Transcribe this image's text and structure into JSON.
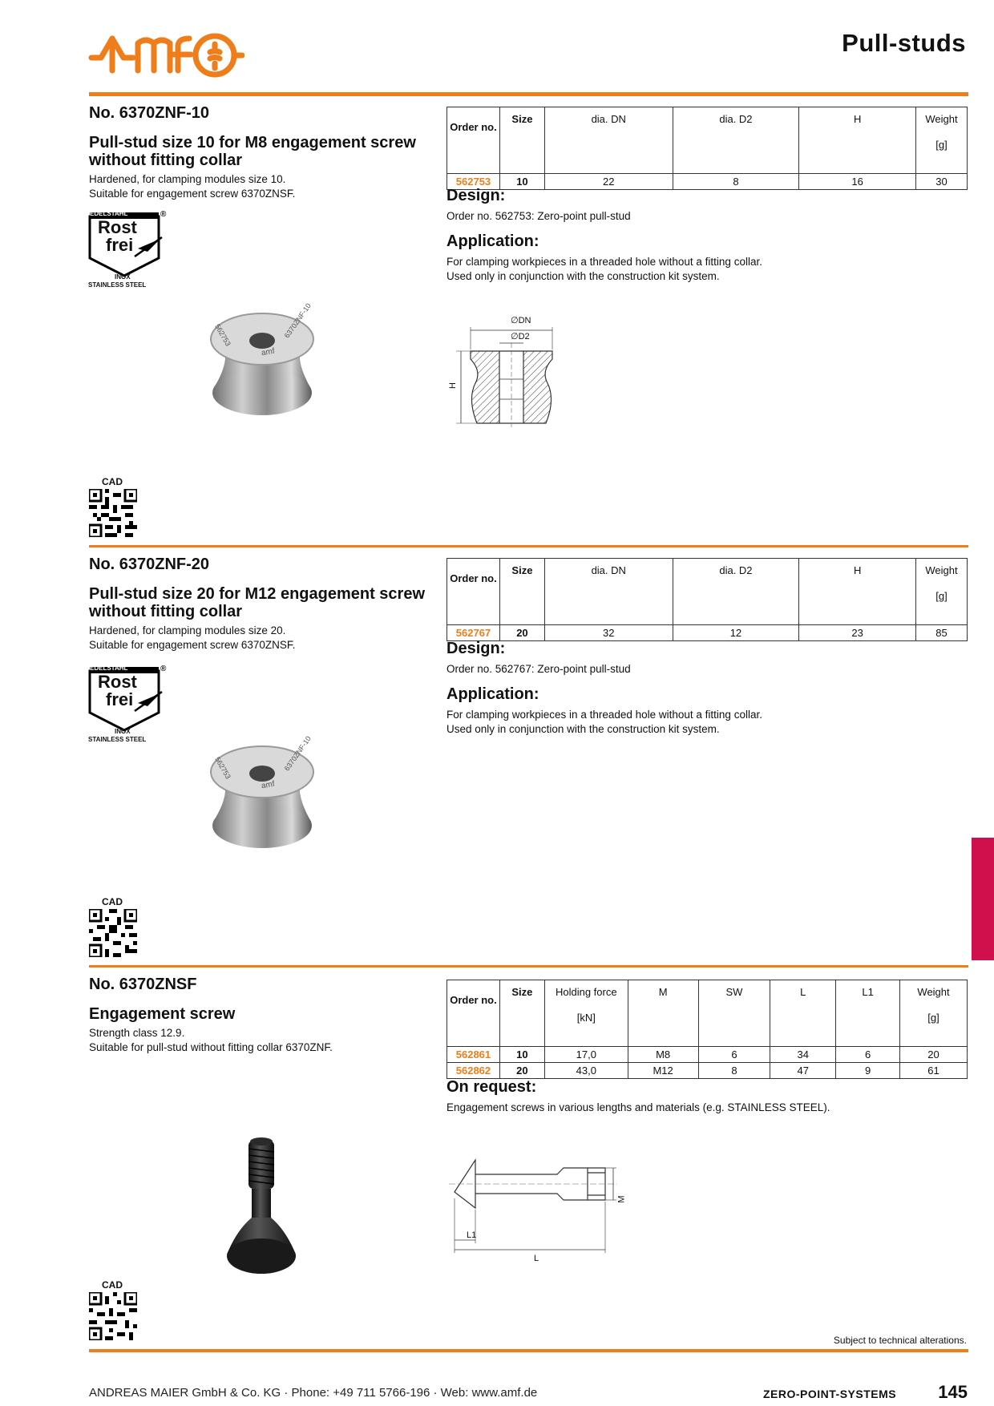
{
  "header": {
    "logo_text": "amf",
    "title": "Pull-studs"
  },
  "badge": {
    "line1": "EDELSTAHL",
    "registered": "®",
    "line2": "Rost",
    "line3": "frei",
    "line4": "INOX",
    "line5": "STAINLESS STEEL"
  },
  "cad_label": "CAD",
  "products": [
    {
      "number": "No. 6370ZNF-10",
      "title": "Pull-stud size 10 for M8 engagement screw without fitting collar",
      "desc1": "Hardened, for clamping modules size 10.",
      "desc2": "Suitable for engagement screw 6370ZNSF.",
      "table": {
        "headers": [
          "Order no.",
          "Size",
          "dia. DN",
          "dia. D2",
          "H",
          "Weight"
        ],
        "units": [
          "",
          "",
          "",
          "",
          "",
          "[g]"
        ],
        "rows": [
          [
            "562753",
            "10",
            "22",
            "8",
            "16",
            "30"
          ]
        ]
      },
      "design_head": "Design:",
      "design_text": "Order no. 562753: Zero-point pull-stud",
      "application_head": "Application:",
      "application_text1": "For clamping workpieces in a threaded hole without a fitting collar.",
      "application_text2": "Used only in conjunction with the construction kit system.",
      "drawing_labels": {
        "dn": "∅DN",
        "d2": "∅D2",
        "h": "H"
      }
    },
    {
      "number": "No. 6370ZNF-20",
      "title": "Pull-stud size 20 for M12 engagement screw without fitting collar",
      "desc1": "Hardened, for clamping modules size 20.",
      "desc2": "Suitable for engagement screw 6370ZNSF.",
      "table": {
        "headers": [
          "Order no.",
          "Size",
          "dia. DN",
          "dia. D2",
          "H",
          "Weight"
        ],
        "units": [
          "",
          "",
          "",
          "",
          "",
          "[g]"
        ],
        "rows": [
          [
            "562767",
            "20",
            "32",
            "12",
            "23",
            "85"
          ]
        ]
      },
      "design_head": "Design:",
      "design_text": "Order no. 562767: Zero-point pull-stud",
      "application_head": "Application:",
      "application_text1": "For clamping workpieces in a threaded hole without a fitting collar.",
      "application_text2": "Used only in conjunction with the construction kit system."
    },
    {
      "number": "No. 6370ZNSF",
      "title": "Engagement screw",
      "desc1": "Strength class 12.9.",
      "desc2": "Suitable for pull-stud without fitting collar 6370ZNF.",
      "table": {
        "headers": [
          "Order no.",
          "Size",
          "Holding force",
          "M",
          "SW",
          "L",
          "L1",
          "Weight"
        ],
        "units": [
          "",
          "",
          "[kN]",
          "",
          "",
          "",
          "",
          "[g]"
        ],
        "rows": [
          [
            "562861",
            "10",
            "17,0",
            "M8",
            "6",
            "34",
            "6",
            "20"
          ],
          [
            "562862",
            "20",
            "43,0",
            "M12",
            "8",
            "47",
            "9",
            "61"
          ]
        ]
      },
      "request_head": "On request:",
      "request_text": "Engagement screws in various lengths and materials (e.g. STAINLESS STEEL).",
      "drawing_labels": {
        "m": "M",
        "l": "L",
        "l1": "L1"
      }
    }
  ],
  "stud_engraving": {
    "brand": "amf",
    "code": "562753",
    "type": "6370ZNF-10"
  },
  "footer": {
    "note": "Subject to technical alterations.",
    "company": "ANDREAS MAIER GmbH & Co. KG · Phone: +49 711 5766-196 · Web: www.amf.de",
    "section": "ZERO-POINT-SYSTEMS",
    "page": "145"
  },
  "colors": {
    "accent": "#ee7d1a",
    "tab": "#d0104c"
  }
}
